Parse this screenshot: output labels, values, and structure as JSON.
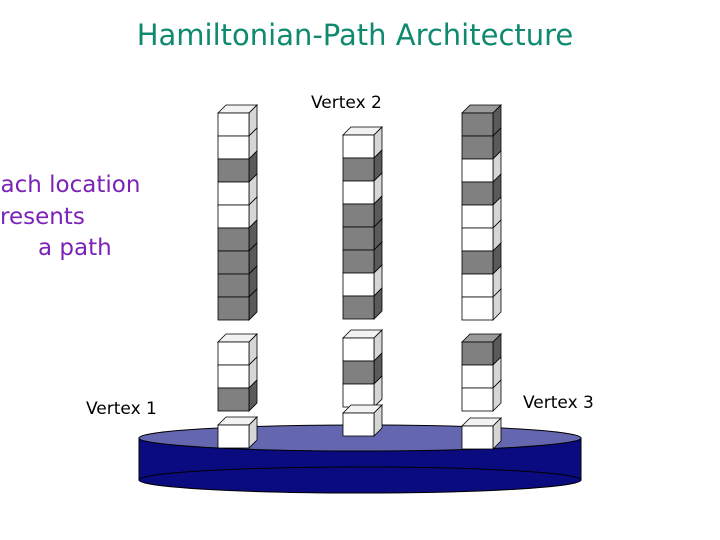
{
  "slide": {
    "title": "Hamiltonian-Path Architecture",
    "note_lines": [
      "Each location",
      "resents",
      "a path"
    ],
    "vertex_labels": [
      "Vertex 1",
      "Vertex 2",
      "Vertex 3"
    ]
  },
  "colors": {
    "title": "#0f8a6e",
    "note": "#7b22b8",
    "platform_top": "#6466b0",
    "platform_side": "#0b0b80",
    "block_white": "#ffffff",
    "block_gray": "#808080"
  },
  "columns": [
    {
      "vertex": "Vertex 1",
      "stacks": [
        [
          "white",
          "white",
          "gray",
          "white",
          "white",
          "gray",
          "gray",
          "gray",
          "gray"
        ],
        [
          "white",
          "white",
          "gray"
        ],
        [
          "white"
        ]
      ]
    },
    {
      "vertex": "Vertex 2",
      "stacks": [
        [
          "white",
          "gray",
          "white",
          "gray",
          "gray",
          "gray",
          "white",
          "gray"
        ],
        [
          "white",
          "gray",
          "white"
        ],
        [
          "white"
        ]
      ]
    },
    {
      "vertex": "Vertex 3",
      "stacks": [
        [
          "gray",
          "gray",
          "white",
          "gray",
          "white",
          "white",
          "gray",
          "white",
          "white"
        ],
        [
          "gray",
          "white",
          "white"
        ],
        [
          "white"
        ]
      ]
    }
  ]
}
